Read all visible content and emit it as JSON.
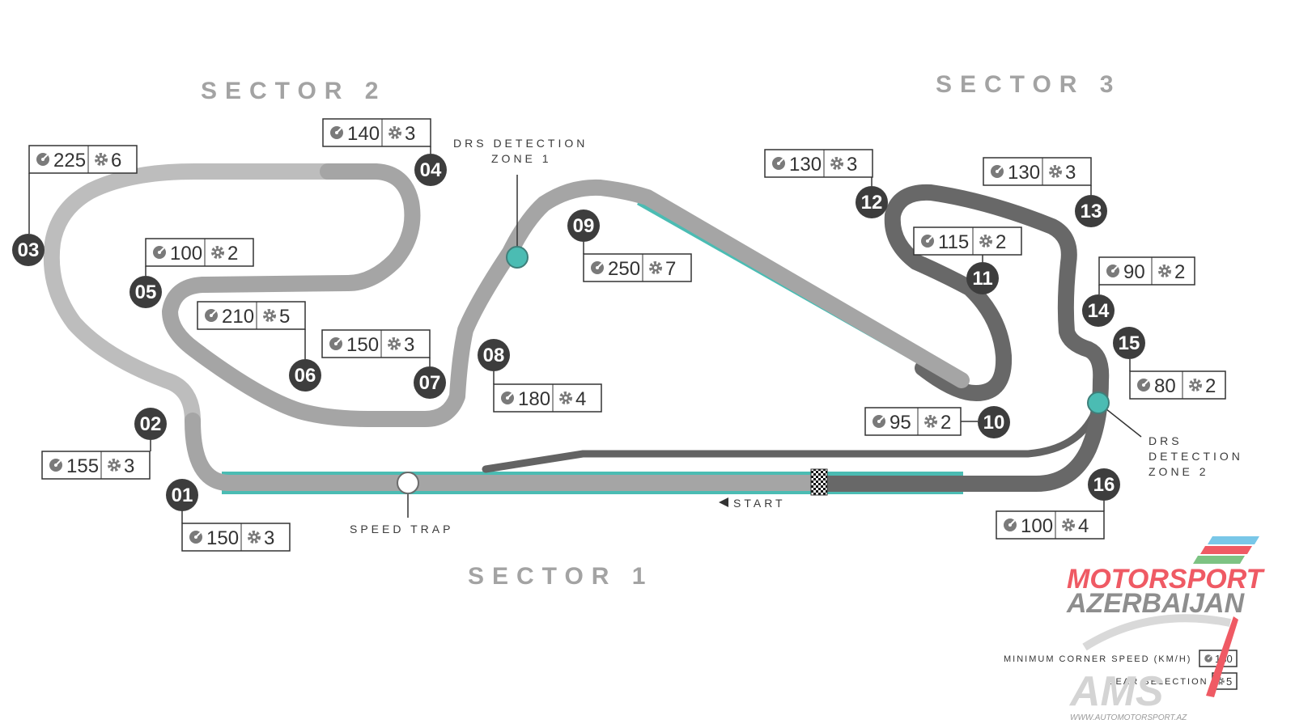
{
  "sectors": [
    {
      "id": "sector-1",
      "label": "SECTOR 1"
    },
    {
      "id": "sector-2",
      "label": "SECTOR 2"
    },
    {
      "id": "sector-3",
      "label": "SECTOR 3"
    }
  ],
  "corners": [
    {
      "num": "01",
      "speed": "150",
      "gear": "3"
    },
    {
      "num": "02",
      "speed": "155",
      "gear": "3"
    },
    {
      "num": "03",
      "speed": "225",
      "gear": "6"
    },
    {
      "num": "04",
      "speed": "140",
      "gear": "3"
    },
    {
      "num": "05",
      "speed": "100",
      "gear": "2"
    },
    {
      "num": "06",
      "speed": "210",
      "gear": "5"
    },
    {
      "num": "07",
      "speed": "150",
      "gear": "3"
    },
    {
      "num": "08",
      "speed": "180",
      "gear": "4"
    },
    {
      "num": "09",
      "speed": "250",
      "gear": "7"
    },
    {
      "num": "10",
      "speed": "95",
      "gear": "2"
    },
    {
      "num": "11",
      "speed": "115",
      "gear": "2"
    },
    {
      "num": "12",
      "speed": "130",
      "gear": "3"
    },
    {
      "num": "13",
      "speed": "130",
      "gear": "3"
    },
    {
      "num": "14",
      "speed": "90",
      "gear": "2"
    },
    {
      "num": "15",
      "speed": "80",
      "gear": "2"
    },
    {
      "num": "16",
      "speed": "100",
      "gear": "4"
    }
  ],
  "drs_zone_1": {
    "line1": "DRS DETECTION",
    "line2": "ZONE 1"
  },
  "drs_zone_2": {
    "line1": "DRS",
    "line2": "DETECTION",
    "line3": "ZONE 2"
  },
  "speed_trap_label": "SPEED TRAP",
  "start_label": "START",
  "legend": {
    "speed_label": "MINIMUM CORNER SPEED (KM/H)",
    "speed_value": "180",
    "gear_label": "GEAR SELECTION",
    "gear_value": "5"
  },
  "logo": {
    "line1": "MOTORSPORT",
    "line2": "AZERBAIJAN",
    "mark": "AMS",
    "url": "WWW.AUTOMOTORSPORT.AZ"
  },
  "colors": {
    "sector1": "#a9a9a9",
    "sector2": "#b9b9b9",
    "sector3": "#6b6b6b",
    "drs": "#4bbcb3",
    "badge": "#3d3d3d"
  }
}
